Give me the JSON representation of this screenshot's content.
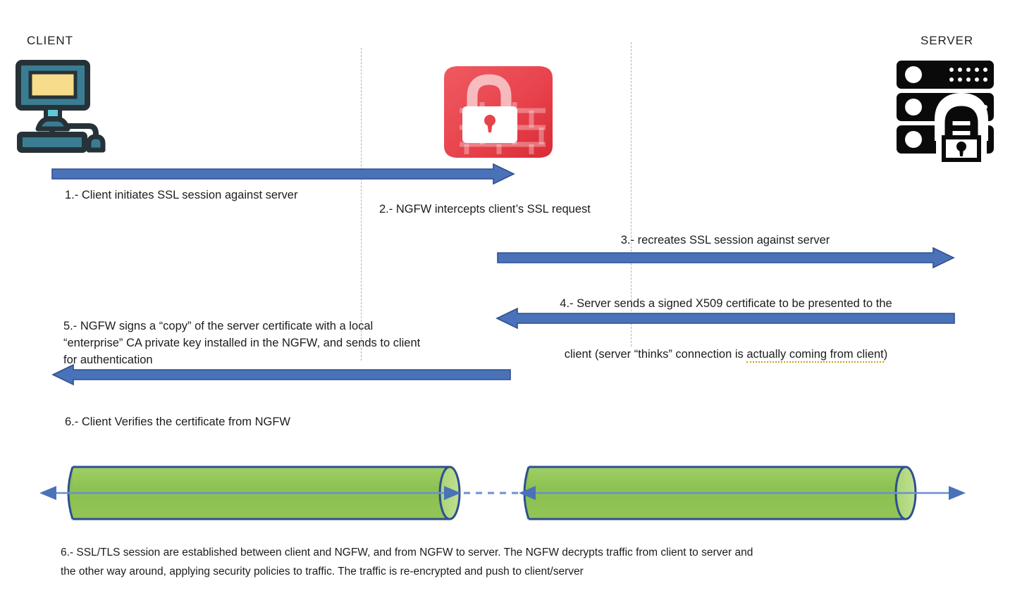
{
  "diagram": {
    "title": "NGFW SSL Forward Proxy / Decryption Flow",
    "colors": {
      "arrow_fill": "#4a72b8",
      "arrow_stroke": "#2e4f8f",
      "tunnel_fill": "#8cc152",
      "tunnel_stroke": "#2e4f8f",
      "lifeline": "#b3b3b3",
      "firewall_red": "#e23b45",
      "monitor_teal": "#3a7d93",
      "monitor_outline": "#263238",
      "monitor_screen": "#f7dd8b",
      "monitor_accent": "#5ec8d8",
      "server_black": "#0a0a0a",
      "squiggle": "#c8a01e"
    }
  },
  "endpoints": {
    "client": {
      "label": "CLIENT",
      "icon": "desktop-computer-icon"
    },
    "firewall": {
      "label": "",
      "icon": "firewall-padlock-icon"
    },
    "server": {
      "label": "SERVER",
      "icon": "server-rack-lock-icon"
    }
  },
  "steps": [
    {
      "id": "step-1",
      "number": "1.-",
      "text": "1.- Client initiates SSL session against server",
      "direction": "client-to-firewall",
      "arrow": "right"
    },
    {
      "id": "step-2",
      "number": "2.-",
      "text": "2.- NGFW intercepts client’s SSL request",
      "direction": "at-firewall",
      "arrow": "none"
    },
    {
      "id": "step-3",
      "number": "3.-",
      "text": "3.- recreates SSL session against server",
      "direction": "firewall-to-server",
      "arrow": "right"
    },
    {
      "id": "step-4",
      "number": "4.-",
      "text_line_1": "4.- Server sends a signed X509 certificate to be presented to the",
      "text_line_2_pre": "client (server “thinks” connection is ",
      "text_line_2_marked": "actually coming from client",
      "text_line_2_post": ")",
      "direction": "server-to-firewall",
      "arrow": "left"
    },
    {
      "id": "step-5",
      "number": "5.-",
      "text": "5.- NGFW signs a “copy” of the server certificate with a local\n“enterprise” CA private key installed in the NGFW, and sends to client\nfor authentication",
      "direction": "firewall-to-client",
      "arrow": "left"
    },
    {
      "id": "step-6",
      "number": "6.-",
      "text": "6.- Client Verifies the certificate from NGFW",
      "direction": "at-client",
      "arrow": "none"
    }
  ],
  "tunnels": {
    "left": {
      "label": "client-to-ngfw-ssl-tunnel",
      "arrow_left": true,
      "arrow_right": true
    },
    "right": {
      "label": "ngfw-to-server-ssl-tunnel",
      "arrow_left": true,
      "arrow_right": true
    },
    "connector": "dashed-link-between-tunnels"
  },
  "caption": {
    "line_1": "6.- SSL/TLS session are established between client and NGFW, and from NGFW to server. The NGFW decrypts traffic from client to server and",
    "line_2": "the other way around, applying security policies to traffic. The traffic is re-encrypted and push to client/server"
  }
}
